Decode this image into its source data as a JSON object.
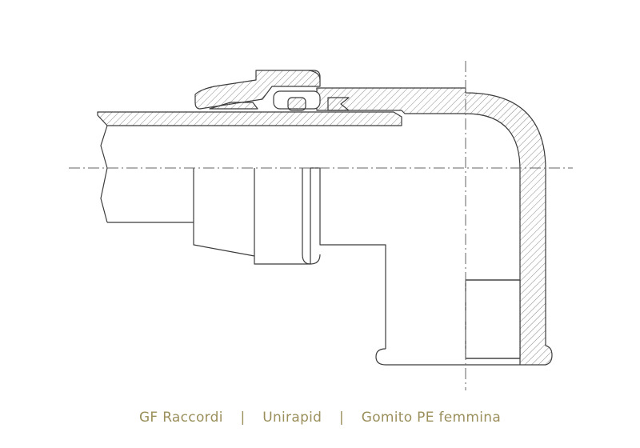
{
  "caption": {
    "brand": "GF Raccordi",
    "separator": "|",
    "product": "Unirapid",
    "item": "Gomito PE femmina"
  },
  "colors": {
    "line": "#3c3c3c",
    "hatch": "#8a8a8a",
    "centerline": "#666666",
    "caption": "#9b8f5c"
  }
}
